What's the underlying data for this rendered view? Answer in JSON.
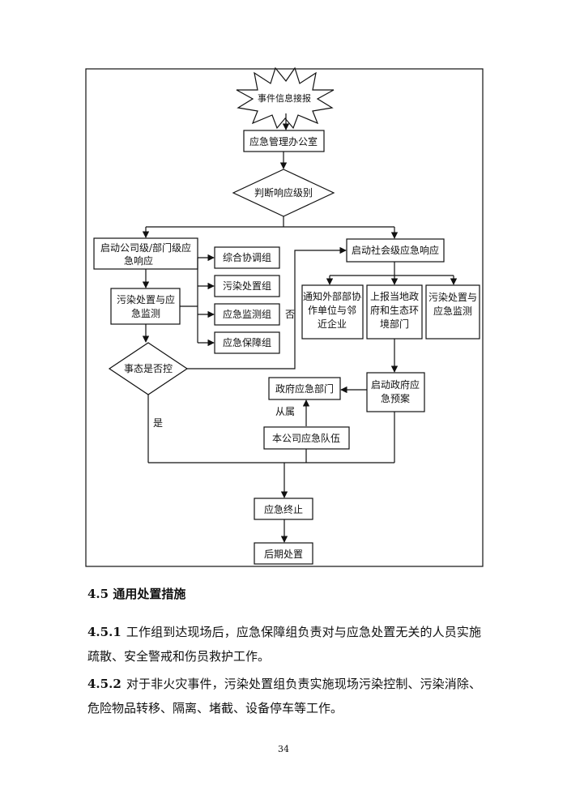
{
  "flowchart": {
    "event_report": "事件信息接报",
    "emergency_office": "应急管理办公室",
    "judge_level": "判断响应级别",
    "company_level_lines": [
      "启动公司级/部门级应",
      "急响应"
    ],
    "social_level": "启动社会级应急响应",
    "groups": [
      "综合协调组",
      "污染处置组",
      "应急监测组",
      "应急保障组"
    ],
    "pollution_monitor_lines": [
      "污染处置与应",
      "急监测"
    ],
    "controlled_question": "事态是否控",
    "yes_label": "是",
    "no_label": "否",
    "notify_lines": [
      "通知外部部协",
      "作单位与邻",
      "近企业"
    ],
    "report_gov_lines": [
      "上报当地政",
      "府和生态环",
      "境部门"
    ],
    "pollution_monitor2_lines": [
      "污染处置与",
      "应急监测"
    ],
    "gov_department": "政府应急部门",
    "affiliation_label": "从属",
    "company_team": "本公司应急队伍",
    "start_gov_plan_lines": [
      "启动政府应",
      "急预案"
    ],
    "end_emergency": "应急终止",
    "post_handling": "后期处置"
  },
  "section": {
    "heading": "4.5  通用处置措施",
    "items": [
      {
        "num": "4.5.1",
        "text": "工作组到达现场后，应急保障组负责对与应急处置无关的人员实施疏散、安全警戒和伤员救护工作。"
      },
      {
        "num": "4.5.2",
        "text": "对于非火灾事件，污染处置组负责实施现场污染控制、污染消除、危险物品转移、隔离、堵截、设备停车等工作。"
      }
    ]
  },
  "page_number": "34"
}
